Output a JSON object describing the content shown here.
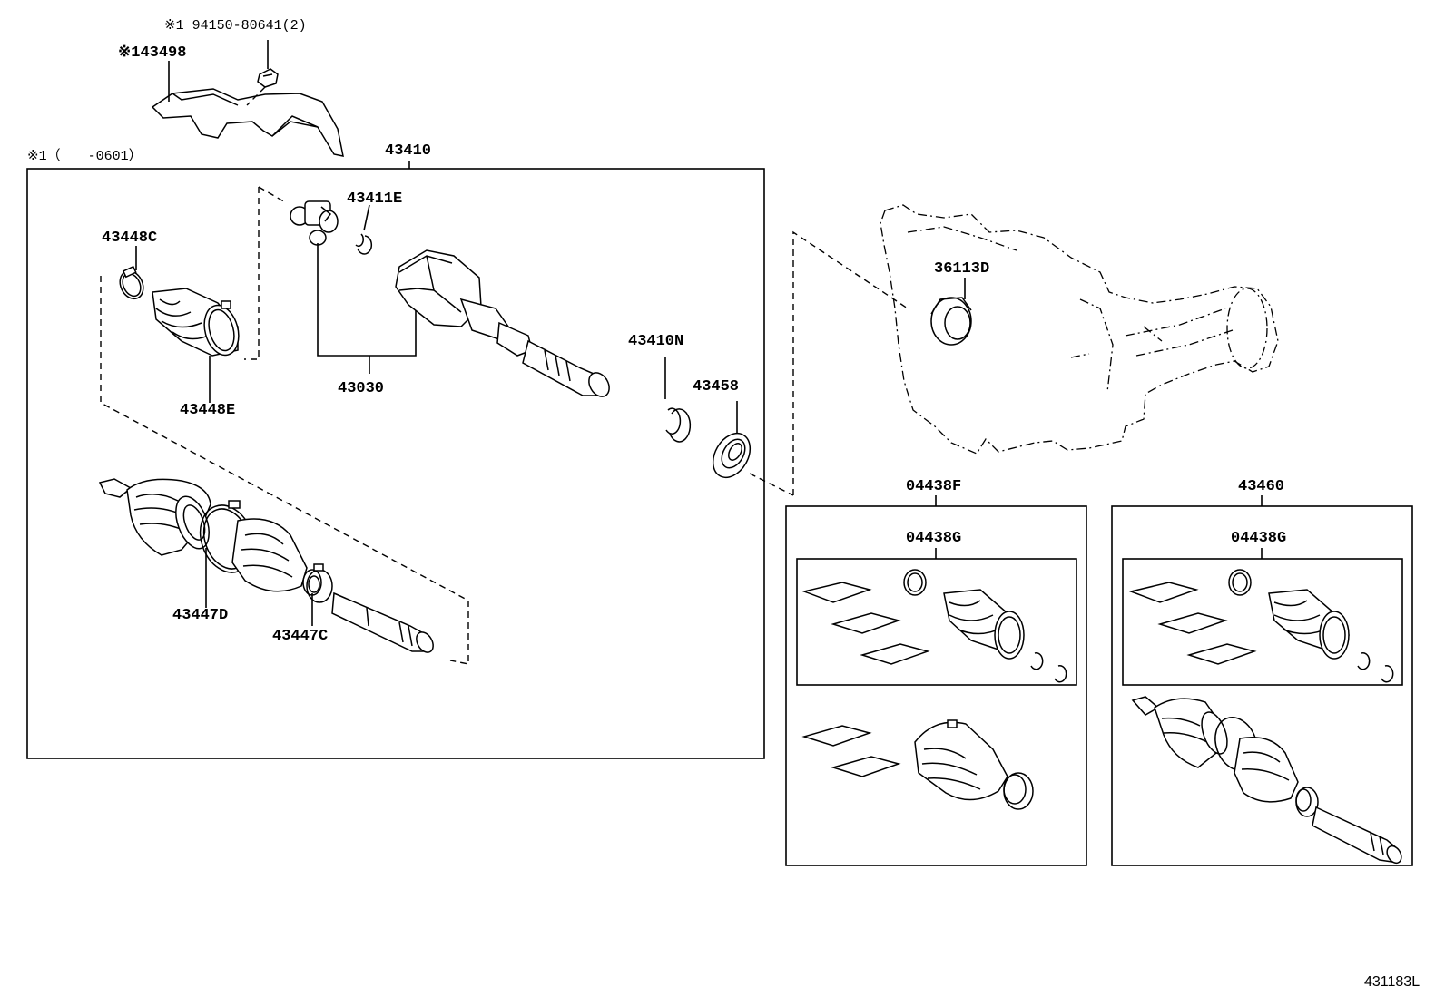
{
  "diagram_code": "431183L",
  "notes": {
    "note1_clip": "※1 94150-80641(2)",
    "note1_range": "※1（　　-0601）"
  },
  "labels": {
    "p143498": "※143498",
    "p43410": "43410",
    "p43411E": "43411E",
    "p43448C": "43448C",
    "p43448E": "43448E",
    "p43030": "43030",
    "p43410N": "43410N",
    "p43458": "43458",
    "p36113D": "36113D",
    "p43447D": "43447D",
    "p43447C": "43447C",
    "p04438F": "04438F",
    "p04438G_a": "04438G",
    "p43460": "43460",
    "p04438G_b": "04438G"
  }
}
